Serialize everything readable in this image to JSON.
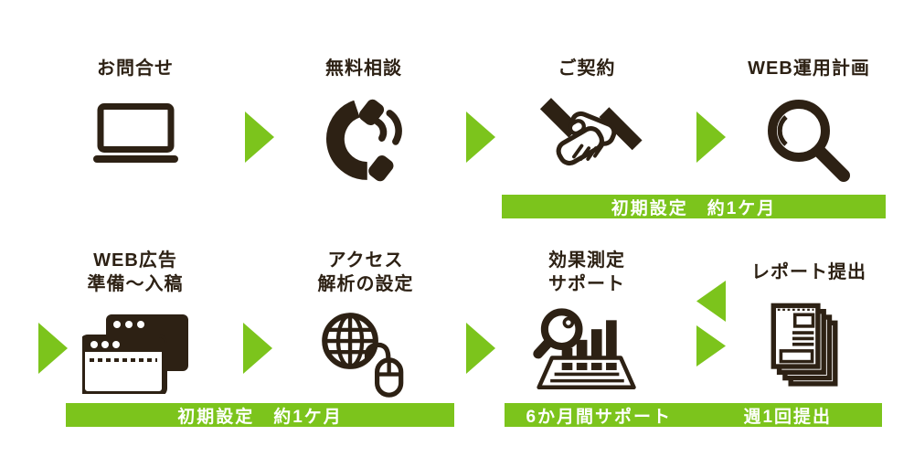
{
  "colors": {
    "accent_green": "#7cc41c",
    "ink": "#2d2114",
    "banner_text": "#ffffff",
    "background": "#ffffff"
  },
  "diagram": {
    "row1": {
      "steps": [
        {
          "label": "お問合せ",
          "icon": "laptop-icon"
        },
        {
          "label": "無料相談",
          "icon": "phone-icon"
        },
        {
          "label": "ご契約",
          "icon": "handshake-icon"
        },
        {
          "label": "WEB運用計画",
          "icon": "magnifying-glass-icon"
        }
      ],
      "banner": {
        "label": "初期設定　約1ケ月"
      }
    },
    "row2": {
      "steps": [
        {
          "label_line1": "WEB広告",
          "label_line2": "準備〜入稿",
          "icon": "browser-windows-icon"
        },
        {
          "label_line1": "アクセス",
          "label_line2": "解析の設定",
          "icon": "globe-mouse-icon"
        },
        {
          "label_line1": "効果測定",
          "label_line2": "サポート",
          "icon": "chart-magnifier-icon"
        },
        {
          "label": "レポート提出",
          "icon": "report-stack-icon"
        }
      ],
      "banner_left": {
        "label": "初期設定　約1ケ月"
      },
      "banner_right": {
        "label_left": "6か月間サポート",
        "label_right": "週1回提出"
      }
    }
  }
}
